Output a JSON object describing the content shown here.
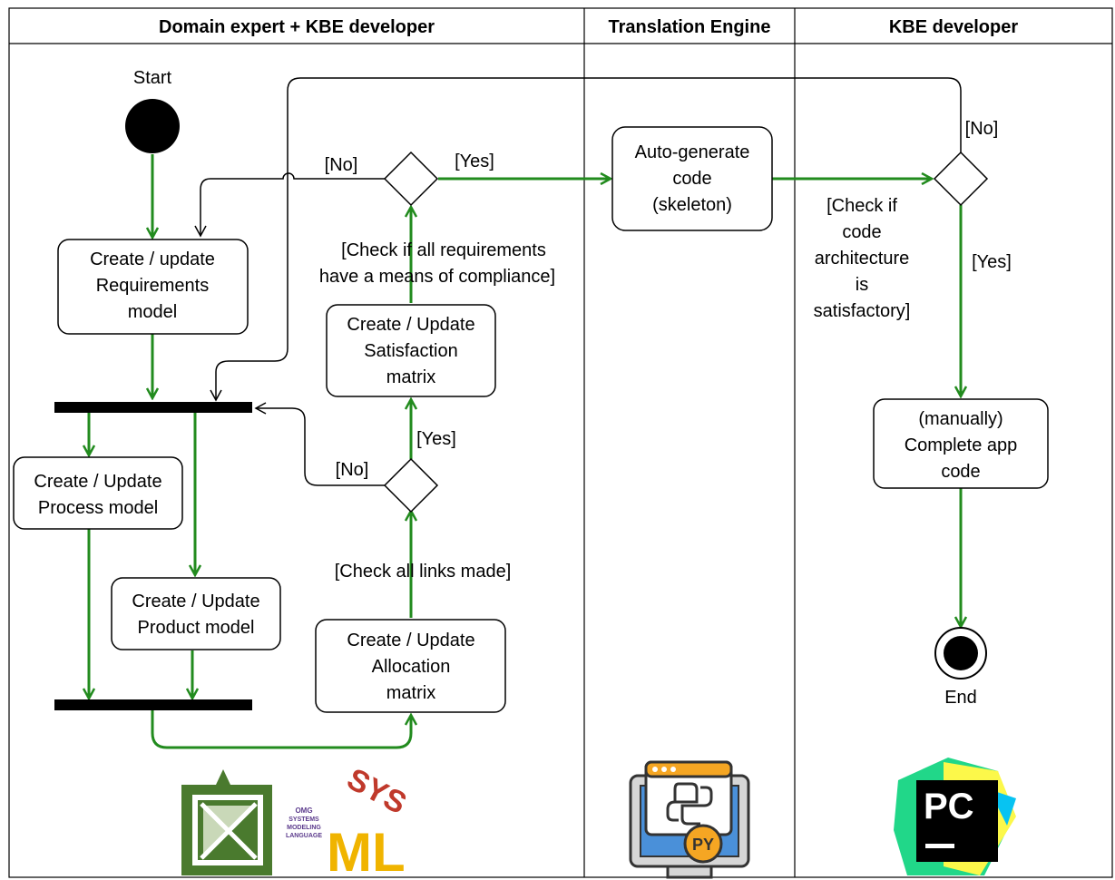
{
  "lanes": [
    {
      "title": "Domain expert + KBE developer"
    },
    {
      "title": "Translation Engine"
    },
    {
      "title": "KBE developer"
    }
  ],
  "nodes": {
    "start": "Start",
    "end": "End",
    "requirements": [
      "Create / update",
      "Requirements",
      "model"
    ],
    "process": [
      "Create / Update",
      "Process model"
    ],
    "product": [
      "Create / Update",
      "Product model"
    ],
    "allocation": [
      "Create / Update",
      "Allocation",
      "matrix"
    ],
    "satisfaction": [
      "Create / Update",
      "Satisfaction",
      "matrix"
    ],
    "autogen": [
      "Auto-generate",
      "code",
      "(skeleton)"
    ],
    "complete": [
      "(manually)",
      "Complete app",
      "code"
    ]
  },
  "guards": {
    "links_check": "[Check all links made]",
    "compliance_check": [
      "[Check if all requirements",
      "have a means of compliance]"
    ],
    "architecture_check": [
      "[Check if",
      "code",
      "architecture",
      "is",
      "satisfactory]"
    ],
    "yes": "[Yes]",
    "no": "[No]"
  },
  "logos": {
    "sysml_small": [
      "OMG",
      "SYSTEMS",
      "MODELING",
      "LANGUAGE"
    ],
    "sysml_big": "SYS",
    "sysml_ml": "ML",
    "python_badge": "PY",
    "pycharm": "PC"
  },
  "colors": {
    "flow": "#228b1e",
    "sysml_green": "#4a7a2e",
    "sysml_purple": "#5b3a8c",
    "sysml_red": "#c0392b",
    "sysml_yellow": "#f0b400",
    "python_orange": "#f5a623",
    "python_blue": "#4a90d9",
    "pycharm_green": "#21d789",
    "pycharm_yellow": "#fcf84a"
  }
}
